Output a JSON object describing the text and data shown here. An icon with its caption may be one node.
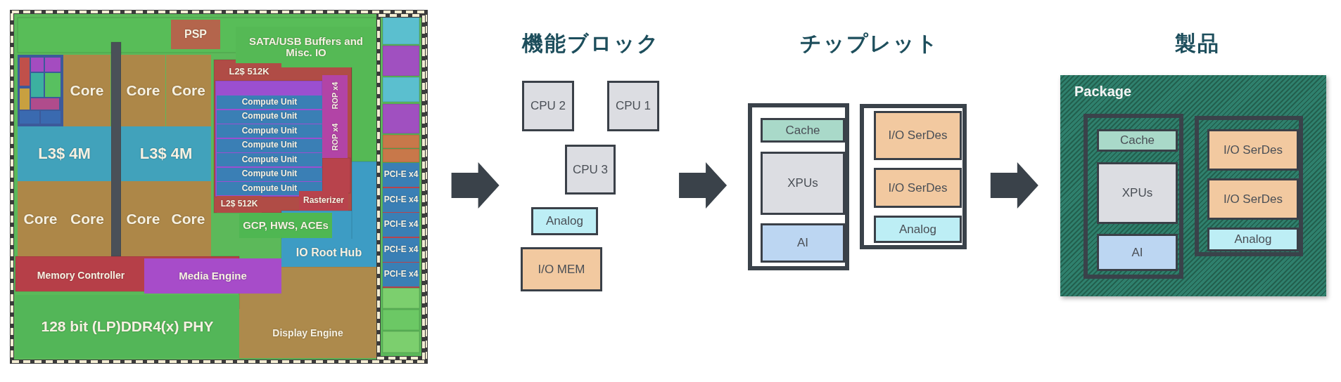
{
  "diagram": {
    "nodes": [
      {
        "text": [],
        "shape": "picture"
      },
      {
        "text": [
          "PSP"
        ],
        "in": 0
      },
      {
        "text": [
          "SATA/USB Buffers and Misc. IO"
        ],
        "in": 0
      },
      {
        "text": [
          "Core"
        ],
        "in": 0
      },
      {
        "text": [
          "Core"
        ],
        "in": 0
      },
      {
        "text": [
          "Core"
        ],
        "in": 0
      },
      {
        "text": [
          "L2$ 512K"
        ],
        "in": 0
      },
      {
        "text": [
          "Compute Unit"
        ],
        "in": 0
      },
      {
        "text": [
          "Compute Unit"
        ],
        "in": 0
      },
      {
        "text": [
          "Compute Unit"
        ],
        "in": 0
      },
      {
        "text": [
          "Compute Unit"
        ],
        "in": 0
      },
      {
        "text": [
          "Compute Unit"
        ],
        "in": 0
      },
      {
        "text": [
          "Compute Unit"
        ],
        "in": 0
      },
      {
        "text": [
          "Compute Unit"
        ],
        "in": 0
      },
      {
        "text": [
          "ROP x4"
        ],
        "in": 0
      },
      {
        "text": [
          "ROP x4"
        ],
        "in": 0
      },
      {
        "text": [
          "L3$ 4M"
        ],
        "in": 0
      },
      {
        "text": [
          "L3$ 4M"
        ],
        "in": 0
      },
      {
        "text": [
          "Core"
        ],
        "in": 0
      },
      {
        "text": [
          "Core"
        ],
        "in": 0
      },
      {
        "text": [
          "Core"
        ],
        "in": 0
      },
      {
        "text": [
          "Core"
        ],
        "in": 0
      },
      {
        "text": [
          "L2$ 512K"
        ],
        "in": 0
      },
      {
        "text": [
          "Rasterizer"
        ],
        "in": 0
      },
      {
        "text": [
          "GCP, HWS, ACEs"
        ],
        "in": 0
      },
      {
        "text": [
          "IO Root Hub"
        ],
        "in": 0
      },
      {
        "text": [
          "Memory Controller"
        ],
        "in": 0
      },
      {
        "text": [
          "Media Engine"
        ],
        "in": 0
      },
      {
        "text": [
          "128 bit (LP)DDR4(x) PHY"
        ],
        "in": 0
      },
      {
        "text": [
          "Display Engine"
        ],
        "in": 0
      },
      {
        "text": [
          "PCI-E x4"
        ],
        "in": 0
      },
      {
        "text": [
          "PCI-E x4"
        ],
        "in": 0
      },
      {
        "text": [
          "PCI-E x4"
        ],
        "in": 0
      },
      {
        "text": [
          "PCI-E x4"
        ],
        "in": 0
      },
      {
        "text": [
          "PCI-E x4"
        ],
        "in": 0
      },
      {
        "text": [
          "CPU 2"
        ]
      },
      {
        "text": [
          "CPU 1"
        ]
      },
      {
        "text": [
          "CPU 3"
        ]
      },
      {
        "text": [
          "Analog"
        ]
      },
      {
        "text": [
          "I/O MEM"
        ]
      },
      {
        "text": [],
        "shape": "box"
      },
      {
        "text": [
          "Cache"
        ],
        "in": 40
      },
      {
        "text": [
          "XPUs"
        ],
        "in": 40
      },
      {
        "text": [
          "AI"
        ],
        "in": 40
      },
      {
        "text": [],
        "shape": "box"
      },
      {
        "text": [
          "I/O SerDes"
        ],
        "in": 44
      },
      {
        "text": [
          "I/O SerDes"
        ],
        "in": 44
      },
      {
        "text": [
          "Analog"
        ],
        "in": 44
      },
      {
        "text": [
          "Package"
        ]
      },
      {
        "text": [],
        "shape": "box",
        "in": 48
      },
      {
        "text": [
          "Cache"
        ],
        "in": 49
      },
      {
        "text": [
          "XPUs"
        ],
        "in": 49
      },
      {
        "text": [
          "AI"
        ],
        "in": 49
      },
      {
        "text": [],
        "shape": "box",
        "in": 48
      },
      {
        "text": [
          "I/O SerDes"
        ],
        "in": 53
      },
      {
        "text": [
          "I/O SerDes"
        ],
        "in": 53
      },
      {
        "text": [
          "Analog"
        ],
        "in": 53
      }
    ],
    "edges": [
      {
        "from": 0,
        "to": 38,
        "arrow": "to"
      },
      {
        "from": 37,
        "to": 40,
        "arrow": "to"
      },
      {
        "from": 44,
        "to": 48,
        "arrow": "to"
      }
    ],
    "labels": [
      "機能ブロック",
      "チップレット",
      "製品"
    ]
  }
}
